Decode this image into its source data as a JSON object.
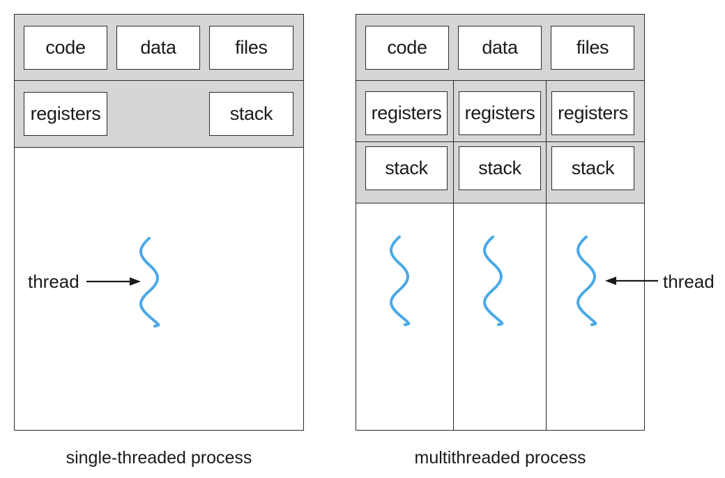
{
  "single": {
    "caption": "single-threaded process",
    "code": "code",
    "data": "data",
    "files": "files",
    "registers": "registers",
    "stack": "stack",
    "thread_label": "thread"
  },
  "multi": {
    "caption": "multithreaded process",
    "code": "code",
    "data": "data",
    "files": "files",
    "registers": [
      "registers",
      "registers",
      "registers"
    ],
    "stacks": [
      "stack",
      "stack",
      "stack"
    ],
    "thread_label": "thread"
  },
  "colors": {
    "thread": "#4aa8e8",
    "shared_area": "#d6d6d8",
    "outline": "#2a2a2a"
  },
  "icons": [
    "squiggle-thread-icon",
    "arrow-right-icon",
    "arrow-left-icon"
  ]
}
